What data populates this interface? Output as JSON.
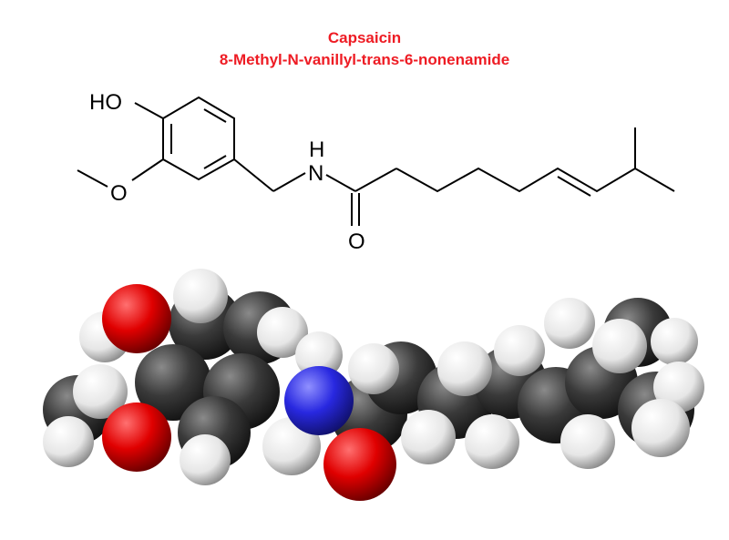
{
  "title": "Capsaicin",
  "subtitle": "8-Methyl-N-vanillyl-trans-6-nonenamide",
  "atoms": {
    "hydroxyl": "HO",
    "methoxy_o": "O",
    "nitrogen": "N",
    "amide_h": "H",
    "carbonyl_o": "O"
  },
  "colors": {
    "title": "#ee1c24",
    "carbon": "#333333",
    "hydrogen": "#ffffff",
    "oxygen": "#e00000",
    "nitrogen": "#2020e0"
  }
}
